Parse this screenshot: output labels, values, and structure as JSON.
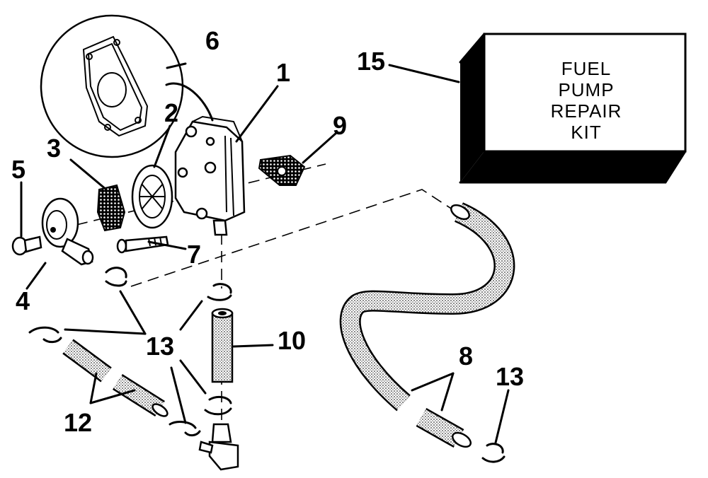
{
  "kit": {
    "lines": [
      "FUEL",
      "PUMP",
      "REPAIR",
      "KIT"
    ]
  },
  "callouts": {
    "c1": "1",
    "c2": "2",
    "c3": "3",
    "c4": "4",
    "c5": "5",
    "c6": "6",
    "c7": "7",
    "c8": "8",
    "c9": "9",
    "c10": "10",
    "c12": "12",
    "c13a": "13",
    "c13b": "13",
    "c15": "15"
  }
}
